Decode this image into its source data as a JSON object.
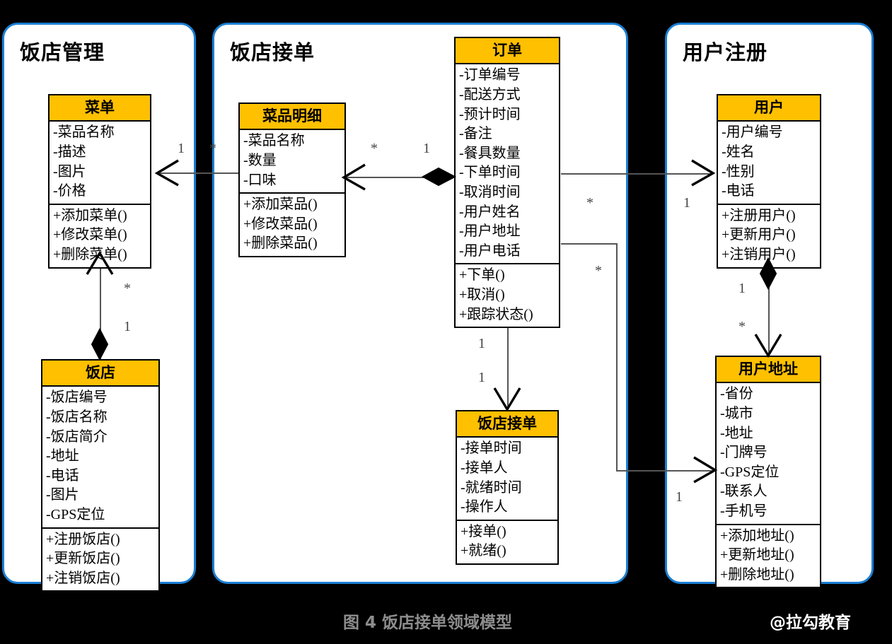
{
  "figure": {
    "caption": "图 4 饭店接单领域模型",
    "watermark": "@拉勾教育",
    "header_color": "#FFC000",
    "package_border_color": "#1a7fd4",
    "background_color": "#000000"
  },
  "packages": [
    {
      "title": "饭店管理"
    },
    {
      "title": "饭店接单"
    },
    {
      "title": "用户注册"
    }
  ],
  "classes": {
    "menu": {
      "name": "菜单",
      "attributes": [
        "-菜品名称",
        "-描述",
        "-图片",
        "-价格"
      ],
      "operations": [
        "+添加菜单()",
        "+修改菜单()",
        "+删除菜单()"
      ]
    },
    "restaurant": {
      "name": "饭店",
      "attributes": [
        "-饭店编号",
        "-饭店名称",
        "-饭店简介",
        "-地址",
        "-电话",
        "-图片",
        "-GPS定位"
      ],
      "operations": [
        "+注册饭店()",
        "+更新饭店()",
        "+注销饭店()"
      ]
    },
    "dish_detail": {
      "name": "菜品明细",
      "attributes": [
        "-菜品名称",
        "-数量",
        "-口味"
      ],
      "operations": [
        "+添加菜品()",
        "+修改菜品()",
        "+删除菜品()"
      ]
    },
    "order": {
      "name": "订单",
      "attributes": [
        "-订单编号",
        "-配送方式",
        "-预计时间",
        "-备注",
        "-餐具数量",
        "-下单时间",
        "-取消时间",
        "-用户姓名",
        "-用户地址",
        "-用户电话"
      ],
      "operations": [
        "+下单()",
        "+取消()",
        "+跟踪状态()"
      ]
    },
    "accept_order": {
      "name": "饭店接单",
      "attributes": [
        "-接单时间",
        "-接单人",
        "-就绪时间",
        "-操作人"
      ],
      "operations": [
        "+接单()",
        "+就绪()"
      ]
    },
    "user": {
      "name": "用户",
      "attributes": [
        "-用户编号",
        "-姓名",
        "-性别",
        "-电话"
      ],
      "operations": [
        "+注册用户()",
        "+更新用户()",
        "+注销用户()"
      ]
    },
    "user_address": {
      "name": "用户地址",
      "attributes": [
        "-省份",
        "-城市",
        "-地址",
        "-门牌号",
        "-GPS定位",
        "-联系人",
        "-手机号"
      ],
      "operations": [
        "+添加地址()",
        "+更新地址()",
        "+删除地址()"
      ]
    }
  },
  "relations": [
    {
      "id": "rel-menu-restaurant",
      "from": "饭店",
      "to": "菜单",
      "type": "composition",
      "from_mult": "1",
      "to_mult": "*"
    },
    {
      "id": "rel-detail-menu",
      "from": "菜品明细",
      "to": "菜单",
      "type": "association",
      "from_mult": "*",
      "to_mult": "1"
    },
    {
      "id": "rel-order-detail",
      "from": "订单",
      "to": "菜品明细",
      "type": "composition",
      "from_mult": "1",
      "to_mult": "*"
    },
    {
      "id": "rel-order-accept",
      "from": "订单",
      "to": "饭店接单",
      "type": "association",
      "from_mult": "1",
      "to_mult": "1"
    },
    {
      "id": "rel-order-user",
      "from": "订单",
      "to": "用户",
      "type": "association",
      "from_mult": "*",
      "to_mult": "1"
    },
    {
      "id": "rel-order-address",
      "from": "订单",
      "to": "用户地址",
      "type": "association",
      "from_mult": "*",
      "to_mult": "1"
    },
    {
      "id": "rel-user-address",
      "from": "用户",
      "to": "用户地址",
      "type": "composition",
      "from_mult": "1",
      "to_mult": "*"
    }
  ],
  "multiplicities": {
    "menu_side_detail": "1",
    "detail_side_menu": "*",
    "menu_side_restaurant": "*",
    "restaurant_side_menu": "1",
    "detail_side_order": "*",
    "order_side_detail": "1",
    "order_side_accept": "1",
    "accept_side_order": "1",
    "order_side_user": "*",
    "user_side_order": "1",
    "order_side_address": "*",
    "address_side_order": "1",
    "user_side_address": "1",
    "address_side_user": "*"
  }
}
